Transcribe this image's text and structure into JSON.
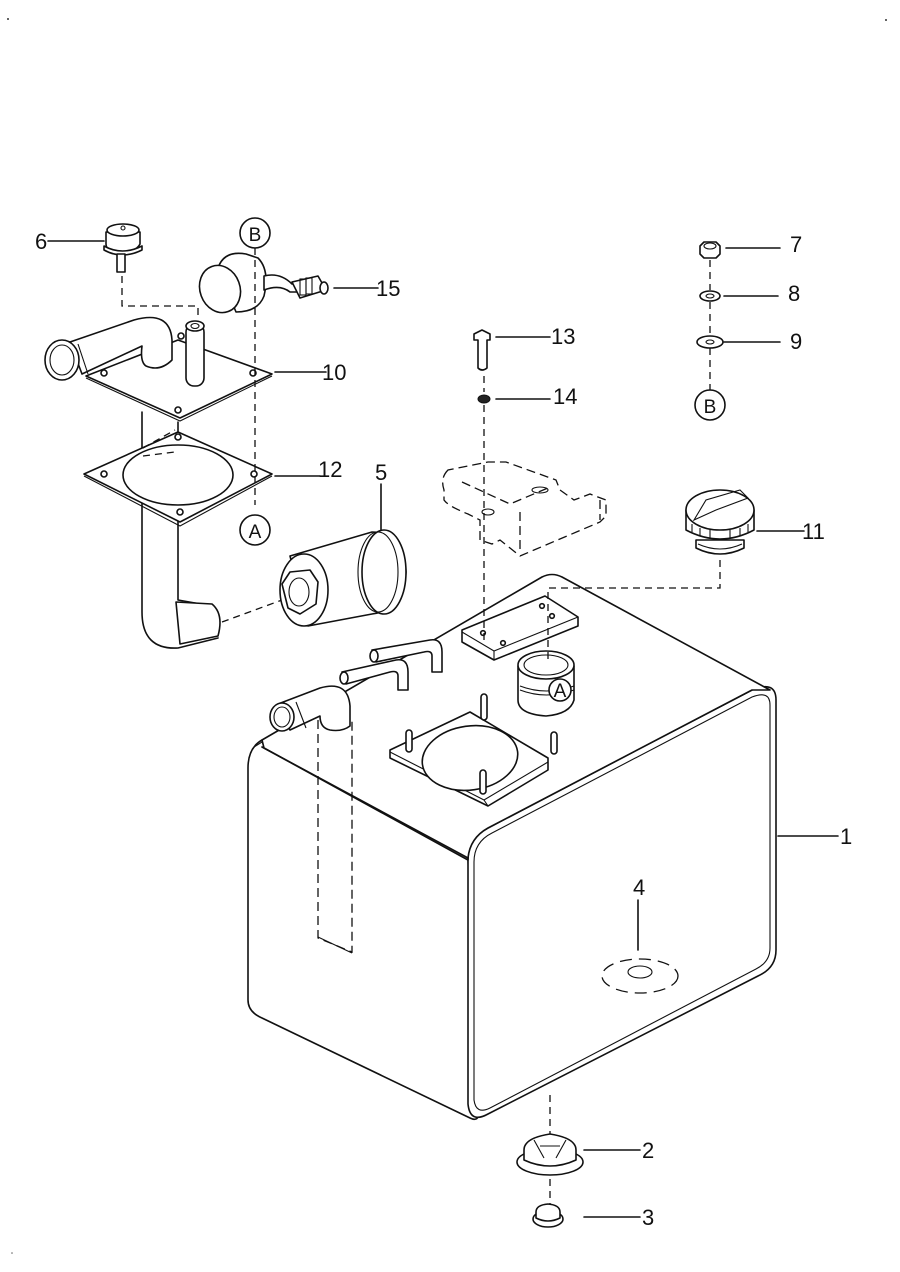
{
  "diagram": {
    "title": "Fuel tank exploded parts view",
    "callouts": [
      {
        "id": "1",
        "label": "1",
        "part": "tank"
      },
      {
        "id": "2",
        "label": "2",
        "part": "drain-fitting"
      },
      {
        "id": "3",
        "label": "3",
        "part": "drain-plug"
      },
      {
        "id": "4",
        "label": "4",
        "part": "internal-washer"
      },
      {
        "id": "5",
        "label": "5",
        "part": "filter"
      },
      {
        "id": "6",
        "label": "6",
        "part": "vent-cap"
      },
      {
        "id": "7",
        "label": "7",
        "part": "nut"
      },
      {
        "id": "8",
        "label": "8",
        "part": "lock-washer"
      },
      {
        "id": "9",
        "label": "9",
        "part": "flat-washer"
      },
      {
        "id": "10",
        "label": "10",
        "part": "pickup-plate"
      },
      {
        "id": "11",
        "label": "11",
        "part": "filler-cap"
      },
      {
        "id": "12",
        "label": "12",
        "part": "gasket"
      },
      {
        "id": "13",
        "label": "13",
        "part": "bolt"
      },
      {
        "id": "14",
        "label": "14",
        "part": "washer"
      },
      {
        "id": "15",
        "label": "15",
        "part": "sender"
      }
    ],
    "references": {
      "a": "A",
      "b": "B"
    }
  }
}
